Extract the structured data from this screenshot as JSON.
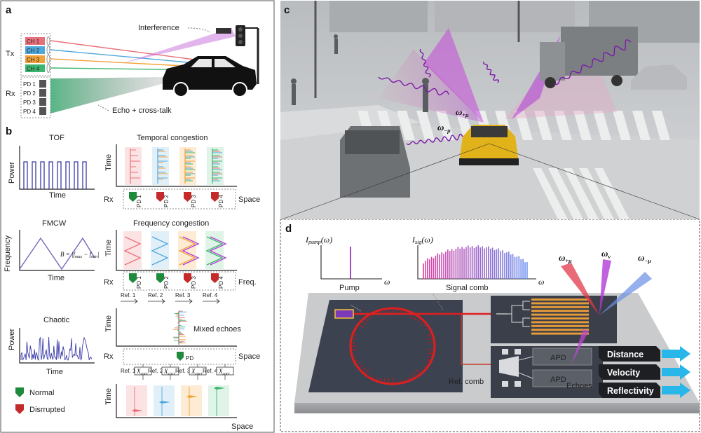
{
  "panels": {
    "a": "a",
    "b": "b",
    "c": "c",
    "d": "d"
  },
  "panel_a": {
    "tx_label": "Tx",
    "rx_label": "Rx",
    "channels": [
      {
        "label": "CH 1",
        "color": "#e8707a"
      },
      {
        "label": "CH 2",
        "color": "#4fa8dc"
      },
      {
        "label": "CH 3",
        "color": "#f2a23b"
      },
      {
        "label": "CH 4",
        "color": "#3bb56f"
      }
    ],
    "photodiodes": [
      "PD 1",
      "PD 2",
      "PD 3",
      "PD 4"
    ],
    "interference_label": "Interference",
    "echo_label": "Echo + cross-talk"
  },
  "panel_b": {
    "tof": {
      "title": "TOF",
      "ylabel": "Power",
      "xlabel": "Time"
    },
    "temporal": {
      "title": "Temporal congestion",
      "ylabel": "Time",
      "xlabel": "Space",
      "rx": "Rx"
    },
    "fmcw": {
      "title": "FMCW",
      "ylabel": "Frequency",
      "xlabel": "Time",
      "formula_b": "B = |f",
      "formula_max": "max",
      "formula_mid": " − f",
      "formula_min": "min",
      "formula_end": "|"
    },
    "frequency": {
      "title": "Frequency congestion",
      "xlabel": "Freq.",
      "rx": "Rx"
    },
    "pd_labels": [
      "PD 1",
      "PD 2",
      "PD 3",
      "PD 4"
    ],
    "ref_labels": [
      "Ref. 1",
      "Ref. 2",
      "Ref. 3",
      "Ref. 4"
    ],
    "chaotic": {
      "title": "Chaotic",
      "ylabel": "Power",
      "xlabel": "Time"
    },
    "mixed": {
      "title": "Mixed echoes",
      "ylabel": "Time",
      "xlabel": "Space",
      "rx": "Rx",
      "pd": "PD"
    },
    "xcorr": {
      "x": "X",
      "sub": "corr",
      "ylabel": "Time",
      "xlabel": "Space"
    },
    "legend": [
      {
        "label": "Normal",
        "color": "#1e8a3c"
      },
      {
        "label": "Disrrupted",
        "color": "#c42a2a"
      }
    ]
  },
  "panel_c": {
    "omega_plus": "ω",
    "sub_plus": "+μ",
    "omega_minus": "ω",
    "sub_minus": "−μ"
  },
  "panel_d": {
    "pump_axis": "I",
    "pump_sub": "pump",
    "pump_arg": "(ω)",
    "sig_axis": "I",
    "sig_sub": "sig",
    "sig_arg": "(ω)",
    "omega": "ω",
    "pump_label": "Pump",
    "signal_label": "Signal comb",
    "ref_comb": "Ref. comb",
    "apd": "APD",
    "echoes": "Echoes",
    "omega_plus": "ω",
    "sub_plus": "+μ",
    "omega_v": "ω",
    "sub_v": "ν",
    "omega_minus": "ω",
    "sub_minus": "−μ",
    "outputs": [
      "Distance",
      "Velocity",
      "Reflectivity"
    ]
  },
  "colors": {
    "pd_normal": "#1e8a3c",
    "pd_disrupted": "#c42a2a",
    "ring": "#e02020",
    "output_arrow": "#29b6e8"
  }
}
